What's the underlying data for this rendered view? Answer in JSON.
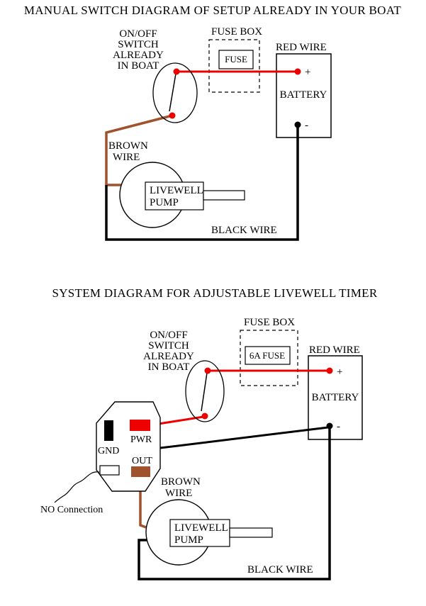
{
  "colors": {
    "red": "#ee0000",
    "brown": "#a0522d",
    "black": "#000000"
  },
  "diagram1": {
    "title": "MANUAL SWITCH DIAGRAM OF SETUP ALREADY IN YOUR BOAT",
    "switch_label": [
      "ON/OFF",
      "SWITCH",
      "ALREADY",
      "IN BOAT"
    ],
    "fuse_box": "FUSE BOX",
    "fuse": "FUSE",
    "red_wire": "RED WIRE",
    "battery": "BATTERY",
    "plus": "+",
    "minus": "-",
    "brown_wire": [
      "BROWN",
      "WIRE"
    ],
    "pump": [
      "LIVEWELL",
      "PUMP"
    ],
    "black_wire": "BLACK WIRE"
  },
  "diagram2": {
    "title": "SYSTEM DIAGRAM FOR ADJUSTABLE LIVEWELL TIMER",
    "fuse_box": "FUSE BOX",
    "fuse": "6A FUSE",
    "switch_label": [
      "ON/OFF",
      "SWITCH",
      "ALREADY",
      "IN BOAT"
    ],
    "red_wire": "RED WIRE",
    "battery": "BATTERY",
    "plus": "+",
    "minus": "-",
    "timer": {
      "gnd": "GND",
      "pwr": "PWR",
      "out": "OUT",
      "no_connection": "NO Connection"
    },
    "brown_wire": [
      "BROWN",
      "WIRE"
    ],
    "pump": [
      "LIVEWELL",
      "PUMP"
    ],
    "black_wire": "BLACK WIRE"
  }
}
